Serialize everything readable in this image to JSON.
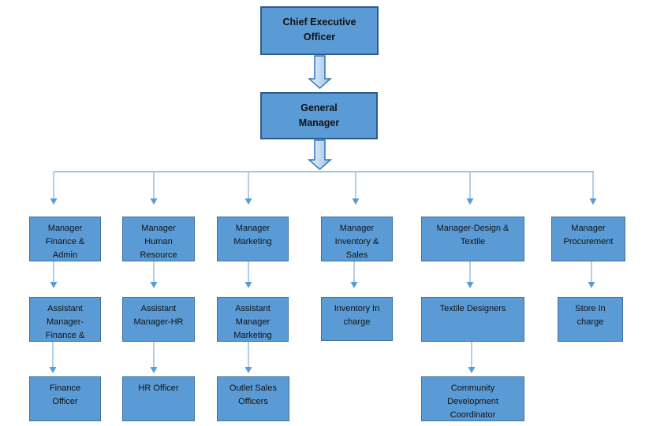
{
  "theme": {
    "background": "#FFFFFF",
    "box_fill": "#5B9BD5",
    "box_border": "#41719C",
    "box_border_dark": "#2E5B8A",
    "connector_line": "#9DC3E6",
    "connector_arrow": "#5B9BD5",
    "block_arrow_fill_light": "#EAF1F9",
    "block_arrow_fill_dark": "#9DC3E6",
    "block_arrow_border": "#2E75B6",
    "text": "#111111"
  },
  "org": {
    "type": "org-chart",
    "nodes": {
      "ceo": {
        "label": "Chief Executive\nOfficer",
        "reports_to": null
      },
      "gm": {
        "label": "General\nManager",
        "reports_to": "ceo"
      },
      "m_finance": {
        "label": "Manager\nFinance &\nAdmin",
        "reports_to": "gm"
      },
      "m_hr": {
        "label": "Manager\nHuman\nResource",
        "reports_to": "gm"
      },
      "m_marketing": {
        "label": "Manager\nMarketing",
        "reports_to": "gm"
      },
      "m_inventory": {
        "label": "Manager\nInventory &\nSales",
        "reports_to": "gm"
      },
      "m_design": {
        "label": "Manager-Design &\nTextile",
        "reports_to": "gm"
      },
      "m_procurement": {
        "label": "Manager\nProcurement",
        "reports_to": "gm"
      },
      "am_finance": {
        "label": "Assistant\nManager-\nFinance &",
        "reports_to": "m_finance"
      },
      "am_hr": {
        "label": "Assistant\nManager-HR",
        "reports_to": "m_hr"
      },
      "am_marketing": {
        "label": "Assistant\nManager\nMarketing",
        "reports_to": "m_marketing"
      },
      "inventory_incharge": {
        "label": "Inventory In\ncharge",
        "reports_to": "m_inventory"
      },
      "textile_designers": {
        "label": "Textile Designers",
        "reports_to": "m_design"
      },
      "store_incharge": {
        "label": "Store In\ncharge",
        "reports_to": "m_procurement"
      },
      "finance_officer": {
        "label": "Finance\nOfficer",
        "reports_to": "am_finance"
      },
      "hr_officer": {
        "label": "HR Officer",
        "reports_to": "am_hr"
      },
      "outlet_sales_officers": {
        "label": "Outlet Sales\nOfficers",
        "reports_to": "am_marketing"
      },
      "community_dev_coordinator": {
        "label": "Community\nDevelopment\nCoordinator",
        "reports_to": "textile_designers"
      }
    }
  }
}
